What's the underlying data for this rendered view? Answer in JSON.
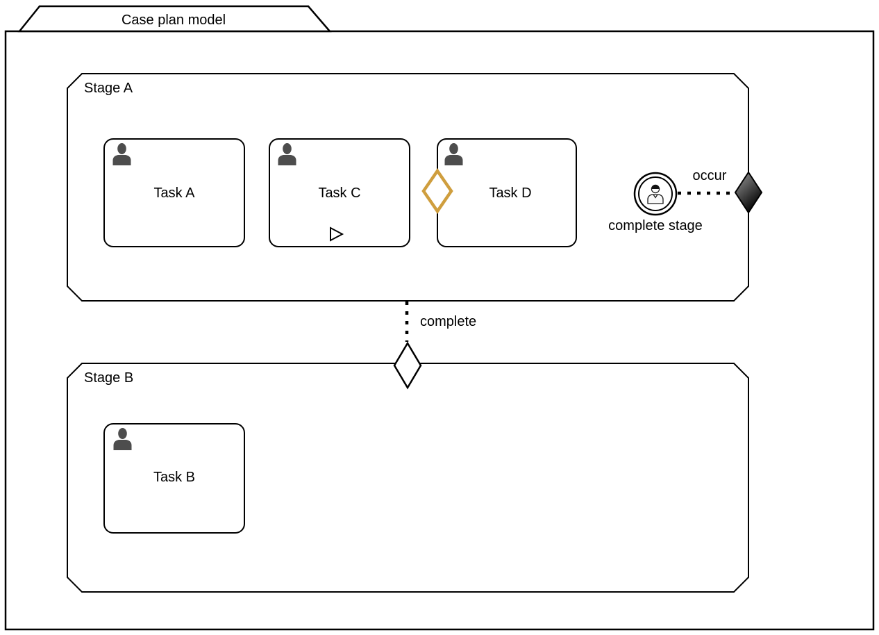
{
  "case_plan_model": {
    "label": "Case plan model"
  },
  "stage_a": {
    "label": "Stage A",
    "task_a": {
      "label": "Task A",
      "type": "human-task"
    },
    "task_c": {
      "label": "Task C",
      "type": "human-task",
      "marker": "manual-activation-triangle"
    },
    "task_d": {
      "label": "Task D",
      "type": "human-task",
      "entry_criterion": "gold-diamond"
    },
    "event_listener": {
      "label": "complete stage",
      "type": "user-event-listener"
    },
    "occur_link": {
      "label": "occur",
      "style": "dotted",
      "target": "exit-criterion-diamond"
    }
  },
  "stage_b": {
    "label": "Stage B",
    "task_b": {
      "label": "Task B",
      "type": "human-task"
    },
    "complete_link": {
      "label": "complete",
      "style": "dotted",
      "target": "entry-criterion-diamond"
    }
  },
  "colors": {
    "stroke": "#000000",
    "background": "#ffffff",
    "entry_criterion_gold": "#cf9e3e",
    "person_icon_gray": "#4d4d4d",
    "exit_criterion_top": "#9c9c9c",
    "exit_criterion_bottom": "#000000"
  }
}
